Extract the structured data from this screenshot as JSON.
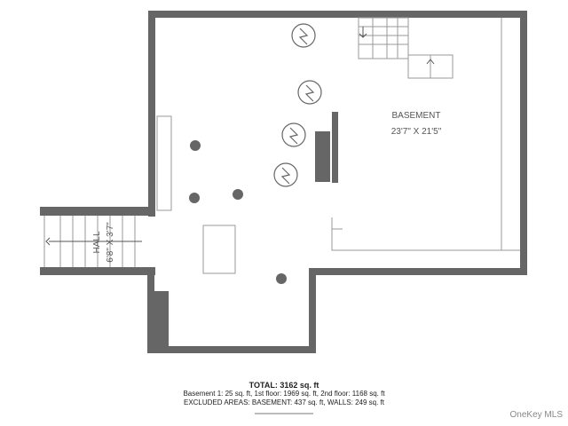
{
  "rooms": [
    {
      "name": "BASEMENT",
      "dimensions": "23'7\" X 21'5\""
    },
    {
      "name": "HALL",
      "dimensions": "6'8\" X 3'7\""
    }
  ],
  "summary": {
    "total": "TOTAL: 3162 sq. ft",
    "breakdown": "Basement 1: 25 sq. ft, 1st floor: 1969 sq. ft, 2nd floor: 1168 sq. ft",
    "excluded": "EXCLUDED AREAS: BASEMENT: 437 sq. ft, WALLS: 249 sq. ft"
  },
  "brand": "OneKey MLS",
  "colors": {
    "wall": "#666666",
    "line": "#999999"
  }
}
